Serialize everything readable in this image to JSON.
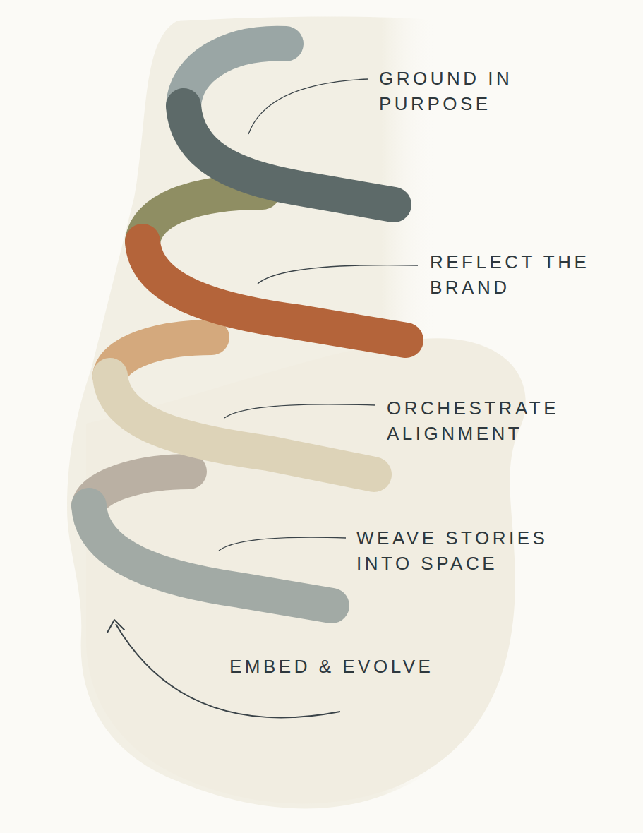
{
  "diagram": {
    "labels": [
      "GROUND IN PURPOSE",
      "REFLECT THE BRAND",
      "ORCHESTRATE ALIGNMENT",
      "WEAVE STORIES INTO SPACE",
      "EMBED & EVOLVE"
    ]
  }
}
